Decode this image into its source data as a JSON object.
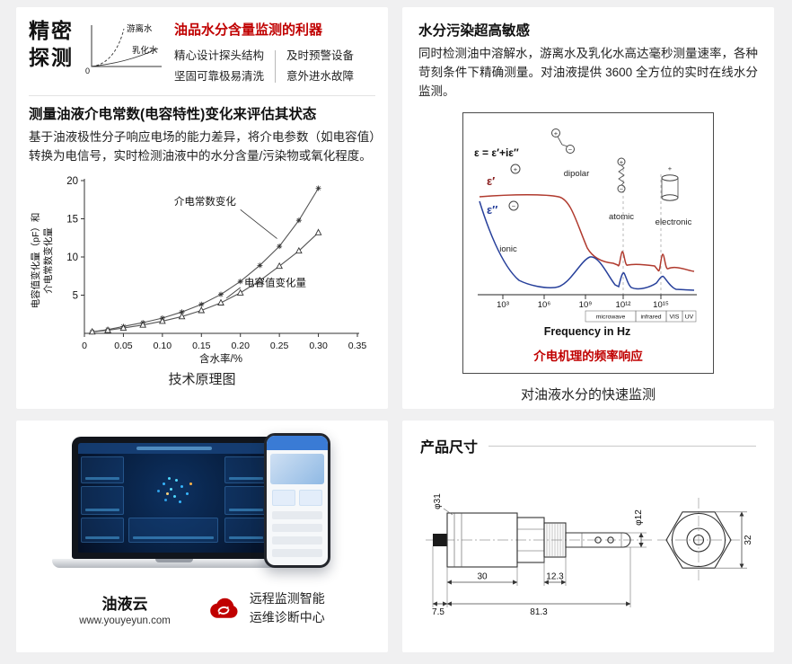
{
  "page": {
    "background": "#f0f0f1",
    "card_background": "#ffffff",
    "accent_red": "#c00000",
    "curve_real_color": "#b03a2e",
    "curve_imag_color": "#27409b"
  },
  "top_left": {
    "brand_line1": "精密",
    "brand_line2": "探测",
    "mini_graph": {
      "label_free_water": "游离水",
      "label_emulsified_water": "乳化水",
      "origin_label": "0"
    },
    "red_title": "油品水分含量监测的利器",
    "features_left": [
      "精心设计探头结构",
      "坚固可靠极易清洗"
    ],
    "features_right": [
      "及时预警设备",
      "意外进水故障"
    ],
    "section_heading": "测量油液介电常数(电容特性)变化来评估其状态",
    "body_text": "基于油液极性分子响应电场的能力差异，将介电参数（如电容值）转换为电信号，实时检测油液中的水分含量/污染物或氧化程度。",
    "chart_caption": "技术原理图"
  },
  "chart_data": {
    "type": "line",
    "title": "",
    "xlabel": "含水率/%",
    "ylabel": "电容值变化量（pF）和 介电常数变化量",
    "ylabel_lines": [
      "电容值变化量（pF）和",
      "介电常数变化量"
    ],
    "xlim": [
      0,
      0.35
    ],
    "ylim": [
      0,
      20
    ],
    "xticks": [
      0,
      0.05,
      0.1,
      0.15,
      0.2,
      0.25,
      0.3,
      0.35
    ],
    "xtick_labels": [
      "0",
      "0.05",
      "0.10",
      "0.15",
      "0.20",
      "0.25",
      "0.30",
      "0.35"
    ],
    "yticks": [
      5,
      10,
      15,
      20
    ],
    "x": [
      0.01,
      0.03,
      0.05,
      0.075,
      0.1,
      0.125,
      0.15,
      0.175,
      0.2,
      0.225,
      0.25,
      0.275,
      0.3
    ],
    "series": [
      {
        "name": "介电常数变化",
        "marker": "star",
        "values": [
          0.2,
          0.5,
          0.9,
          1.4,
          2.0,
          2.8,
          3.8,
          5.1,
          6.8,
          8.9,
          11.4,
          14.8,
          19.0
        ]
      },
      {
        "name": "电容值变化量",
        "marker": "triangle",
        "values": [
          0.2,
          0.4,
          0.7,
          1.1,
          1.6,
          2.2,
          3.0,
          4.0,
          5.3,
          6.9,
          8.8,
          10.8,
          13.2
        ]
      }
    ],
    "annotations": [
      {
        "text": "介电常数变化",
        "tx": 0.115,
        "ty": 16.8,
        "leader": [
          0.2,
          16.2,
          0.247,
          12.4
        ]
      },
      {
        "text": "电容值变化量",
        "tx": 0.205,
        "ty": 6.2,
        "leader": [
          0.2,
          6.0,
          0.182,
          4.6
        ]
      }
    ],
    "legend_position": "inline-annotations",
    "grid": false
  },
  "top_right": {
    "heading": "水分污染超高敏感",
    "body_text": "同时检测油中溶解水，游离水及乳化水高达毫秒测量速率，各种苛刻条件下精确测量。对油液提供 3600 全方位的实时在线水分监测。",
    "figure": {
      "formula": "ε = ε′+iε″",
      "eps_real": "ε′",
      "eps_imag": "ε″",
      "label_dipolar": "dipolar",
      "label_ionic": "ionic",
      "label_atomic": "atomic",
      "label_electronic": "electronic",
      "xtick_labels": [
        "10³",
        "10⁶",
        "10⁹",
        "10¹²",
        "10¹⁵"
      ],
      "band_labels": [
        "microwave",
        "infrared",
        "VIS",
        "UV"
      ],
      "xlabel": "Frequency in Hz",
      "red_caption": "介电机理的频率响应"
    },
    "caption": "对油液水分的快速监测"
  },
  "bottom_left": {
    "brand": "油液云",
    "website": "www.youyeyun.com",
    "service_line1": "远程监测智能",
    "service_line2": "运维诊断中心"
  },
  "bottom_right": {
    "heading": "产品尺寸",
    "dimensions": {
      "body_diameter": "φ31",
      "probe_diameter": "φ12",
      "body_length": "30",
      "thread_length": "12.3",
      "connector_length": "7.5",
      "total_length": "81.3",
      "hex_across_flats": "32"
    }
  }
}
